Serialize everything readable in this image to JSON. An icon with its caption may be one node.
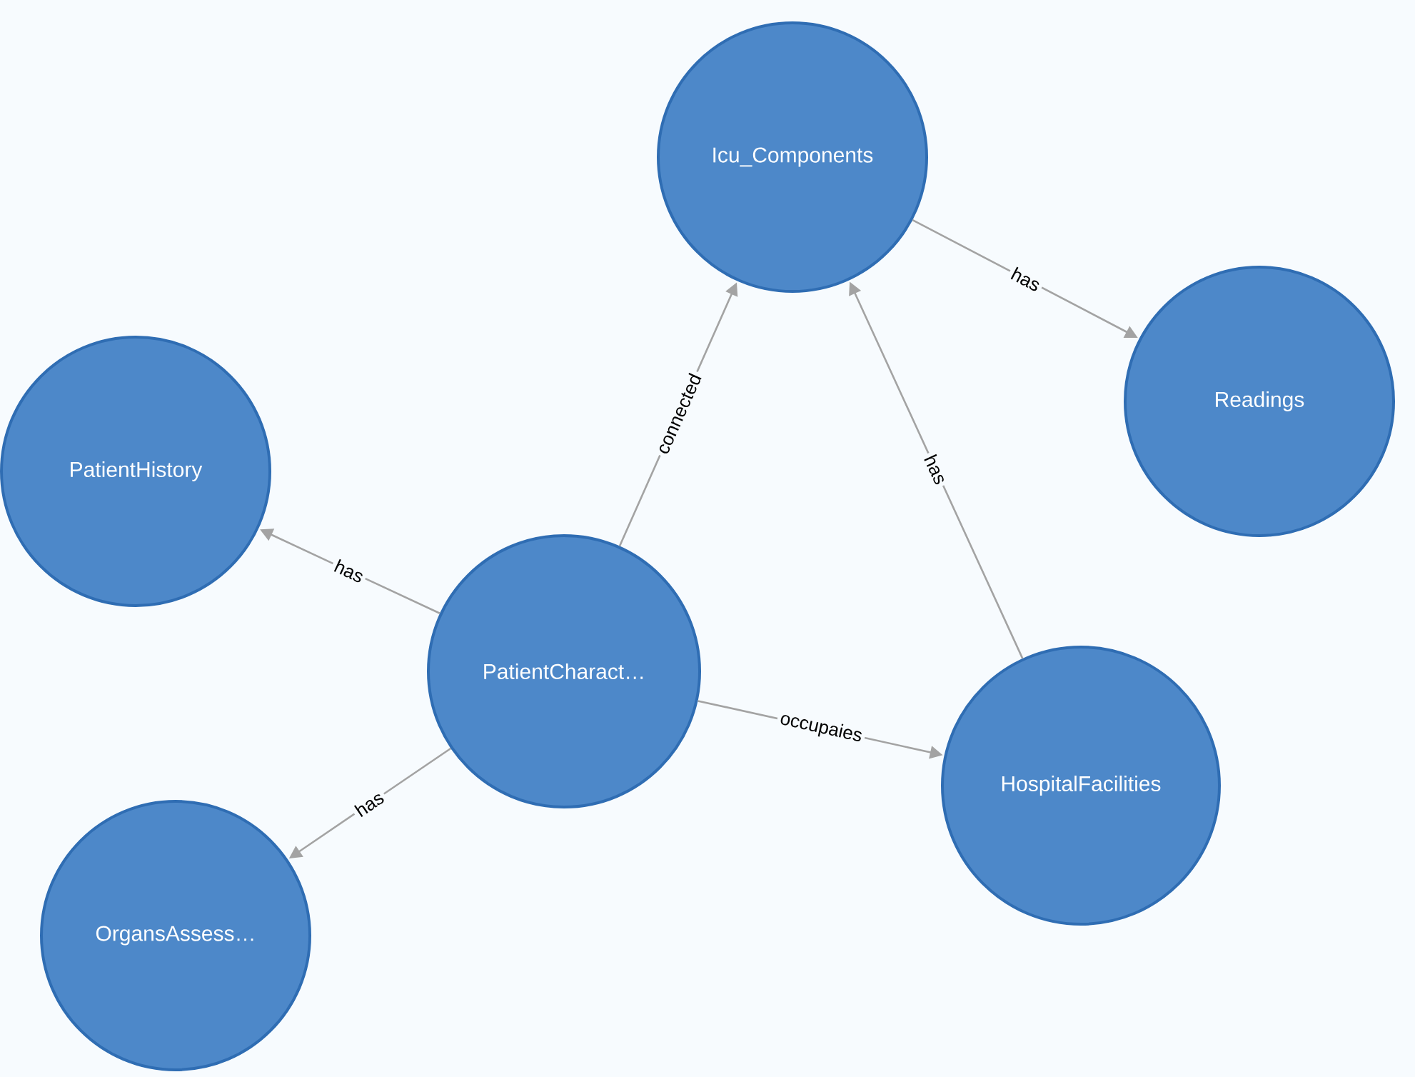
{
  "diagram": {
    "nodes": [
      {
        "text": [
          "Icu_Components"
        ]
      },
      {
        "text": [
          "Readings"
        ]
      },
      {
        "text": [
          "PatientHistory"
        ]
      },
      {
        "text": [
          "PatientCharact…"
        ]
      },
      {
        "text": [
          "HospitalFacilities"
        ]
      },
      {
        "text": [
          "OrgansAssess…"
        ]
      }
    ],
    "edges": [
      {
        "from": 3,
        "to": 0,
        "arrow": "to",
        "label": "connected"
      },
      {
        "from": 0,
        "to": 1,
        "arrow": "to",
        "label": "has"
      },
      {
        "from": 4,
        "to": 0,
        "arrow": "to",
        "label": "has"
      },
      {
        "from": 3,
        "to": 2,
        "arrow": "to",
        "label": "has"
      },
      {
        "from": 3,
        "to": 4,
        "arrow": "to",
        "label": "occupaies"
      },
      {
        "from": 3,
        "to": 5,
        "arrow": "to",
        "label": "has"
      }
    ]
  }
}
